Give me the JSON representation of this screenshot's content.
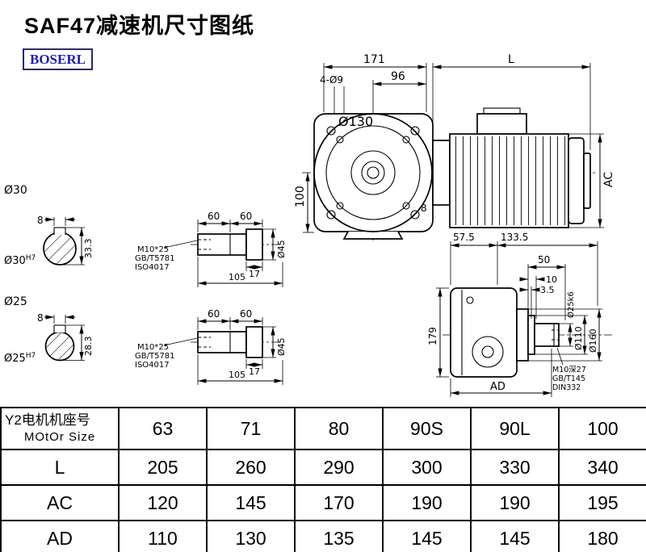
{
  "page": {
    "title": "SAF47减速机尺寸图纸",
    "brand": "BOSERL"
  },
  "front_view": {
    "dim_total": "171",
    "dim_motor": "L",
    "dim_96": "96",
    "holes_label": "4-Ø9",
    "flange_dia": "Ø130",
    "dim_height": "100",
    "dim_ac": "AC",
    "dim_8": "8"
  },
  "bore_sections": {
    "a_dia": "Ø30",
    "a_fit": "Ø30",
    "a_fit_tol": "H7",
    "a_key_w": "8",
    "a_key_h": "33.3",
    "b_dia": "Ø25",
    "b_fit": "Ø25",
    "b_fit_tol": "H7",
    "b_key_w": "8",
    "b_key_h": "28.3"
  },
  "shaft_a": {
    "dim_60l": "60",
    "dim_60r": "60",
    "dim_17": "17",
    "dim_105": "105",
    "dia": "Ø45",
    "note1": "M10*25",
    "note2": "GB/T5781",
    "note3": "ISO4017"
  },
  "shaft_b": {
    "dim_60l": "60",
    "dim_60r": "60",
    "dim_17": "17",
    "dim_105": "105",
    "dia": "Ø45",
    "note1": "M10*25",
    "note2": "GB/T5781",
    "note3": "ISO4017"
  },
  "side_view": {
    "dim_575": "57.5",
    "dim_1335": "133.5",
    "dim_50": "50",
    "dim_10": "10",
    "dim_35": "3.5",
    "dim_179": "179",
    "shaft_dia": "Ø25k6",
    "dia_110": "Ø110",
    "dia_160": "Ø160",
    "dim_ad": "AD",
    "note1": "M10深27",
    "note2": "GB/T145",
    "note3": "DIN332"
  },
  "table": {
    "header": {
      "label_cn": "Y2电机机座号",
      "label_en": "MOtOr Size",
      "values": [
        "63",
        "71",
        "80",
        "90S",
        "90L",
        "100"
      ]
    },
    "rows": [
      {
        "label": "L",
        "values": [
          "205",
          "260",
          "290",
          "300",
          "330",
          "340"
        ]
      },
      {
        "label": "AC",
        "values": [
          "120",
          "145",
          "170",
          "190",
          "190",
          "195"
        ]
      },
      {
        "label": "AD",
        "values": [
          "110",
          "130",
          "135",
          "145",
          "145",
          "180"
        ]
      }
    ]
  }
}
